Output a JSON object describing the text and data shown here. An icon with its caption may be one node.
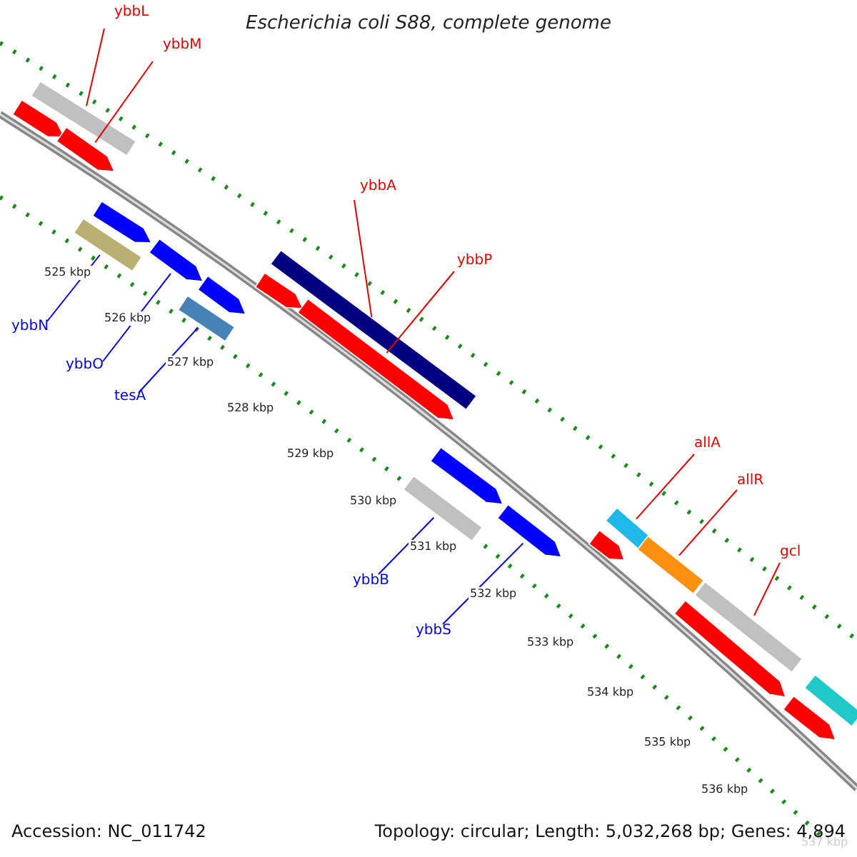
{
  "diagram": {
    "title": "Escherichia coli S88, complete genome",
    "nodes": [
      {
        "text": [
          "ybbL"
        ]
      },
      {
        "text": [
          "ybbM"
        ]
      },
      {
        "text": [
          "ybbA"
        ]
      },
      {
        "text": [
          "ybbP"
        ]
      },
      {
        "text": [
          "ybbN"
        ]
      },
      {
        "text": [
          "ybbO"
        ]
      },
      {
        "text": [
          "tesA"
        ]
      },
      {
        "text": [
          "allA"
        ]
      },
      {
        "text": [
          "allR"
        ]
      },
      {
        "text": [
          "gcl"
        ]
      },
      {
        "text": [
          "ybbB"
        ]
      },
      {
        "text": [
          "ybbS"
        ]
      },
      {
        "text": [],
        "shape": "bar"
      },
      {
        "text": [],
        "shape": "bar"
      },
      {
        "text": [],
        "shape": "bar"
      },
      {
        "text": [],
        "shape": "bar"
      },
      {
        "text": [],
        "shape": "bar"
      },
      {
        "text": [],
        "shape": "bar"
      },
      {
        "text": [],
        "shape": "bar"
      },
      {
        "text": [],
        "shape": "bar"
      },
      {
        "text": [],
        "shape": "bar"
      },
      {
        "text": [],
        "shape": "bar"
      },
      {
        "text": [],
        "shape": "bar"
      },
      {
        "text": [],
        "shape": "bar"
      },
      {
        "text": [],
        "shape": "bar"
      },
      {
        "text": [],
        "shape": "bar"
      },
      {
        "text": [],
        "shape": "bar"
      },
      {
        "text": [],
        "shape": "bar"
      },
      {
        "text": [],
        "shape": "bar"
      },
      {
        "text": [],
        "shape": "bar"
      },
      {
        "text": [],
        "shape": "bar"
      },
      {
        "text": [],
        "shape": "bar"
      },
      {
        "text": [],
        "shape": "bar"
      }
    ],
    "edges": [
      {
        "from": 0,
        "to": 13,
        "arrow": "none"
      },
      {
        "from": 1,
        "to": 14,
        "arrow": "none"
      },
      {
        "from": 2,
        "to": 21,
        "arrow": "none"
      },
      {
        "from": 3,
        "to": 22,
        "arrow": "none"
      },
      {
        "from": 4,
        "to": 15,
        "arrow": "none",
        "color": "#0000e0"
      },
      {
        "from": 5,
        "to": 17,
        "arrow": "none",
        "color": "#0000e0"
      },
      {
        "from": 6,
        "to": 18,
        "arrow": "none",
        "color": "#0000e0"
      },
      {
        "from": 7,
        "to": 27,
        "arrow": "none"
      },
      {
        "from": 8,
        "to": 28,
        "arrow": "none"
      },
      {
        "from": 9,
        "to": 30,
        "arrow": "none"
      },
      {
        "from": 10,
        "to": 23,
        "arrow": "none",
        "color": "#0000e0"
      },
      {
        "from": 11,
        "to": 25,
        "arrow": "none",
        "color": "#0000e0"
      }
    ],
    "labels": [
      "525 kbp",
      "526 kbp",
      "527 kbp",
      "528 kbp",
      "529 kbp",
      "530 kbp",
      "531 kbp",
      "532 kbp",
      "533 kbp",
      "534 kbp",
      "535 kbp",
      "536 kbp",
      "537 kbp",
      "Accession: NC_011742",
      "Topology: circular; Length: 5,032,268 bp; Genes: 4,894"
    ]
  }
}
